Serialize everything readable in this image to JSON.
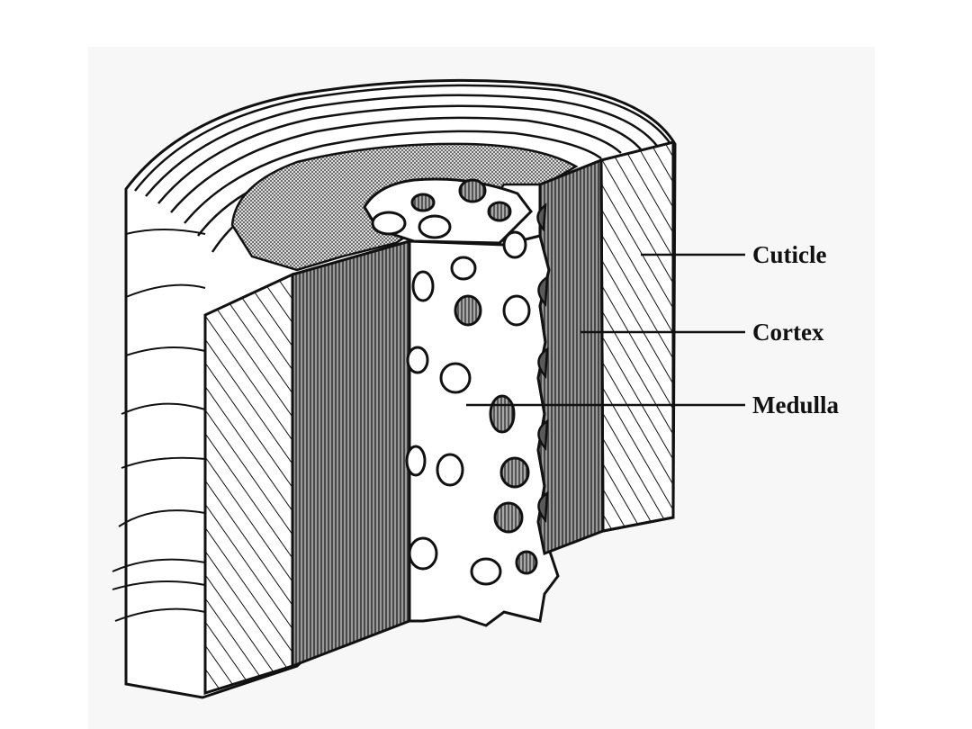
{
  "diagram": {
    "labels": {
      "cuticle": "Cuticle",
      "cortex": "Cortex",
      "medulla": "Medulla"
    },
    "colors": {
      "background": "#ffffff",
      "panel": "#f7f7f7",
      "line": "#111111",
      "cortex_shade": "#5a5a5a",
      "cuticle_fill": "#ffffff"
    }
  }
}
